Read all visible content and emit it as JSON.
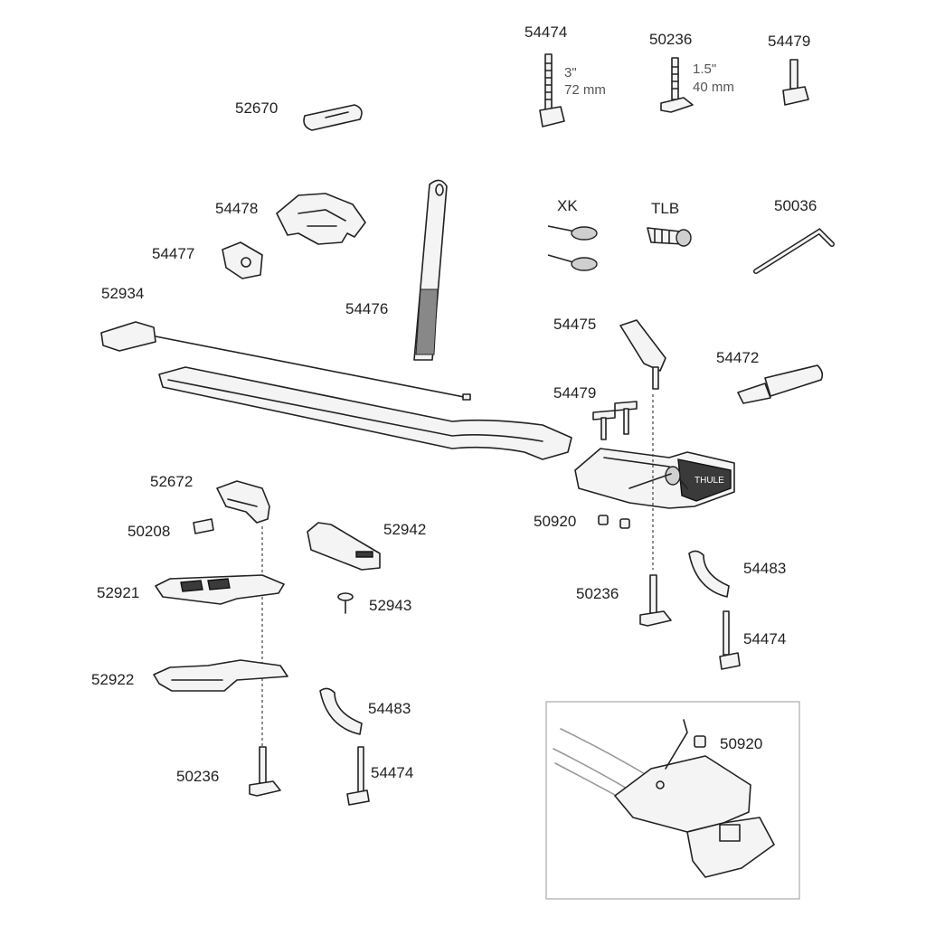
{
  "parts": {
    "p54474_top": "54474",
    "p50236_top": "50236",
    "p54479_top": "54479",
    "p52670": "52670",
    "p54478": "54478",
    "p54477": "54477",
    "p52934": "52934",
    "p54476": "54476",
    "p_xk": "XK",
    "p_tlb": "TLB",
    "p50036": "50036",
    "p54475": "54475",
    "p54472": "54472",
    "p54479_mid": "54479",
    "p50920_mid": "50920",
    "p52672": "52672",
    "p50208": "50208",
    "p52942": "52942",
    "p52921": "52921",
    "p52943": "52943",
    "p50236_mid": "50236",
    "p54483_mid": "54483",
    "p54474_mid": "54474",
    "p52922": "52922",
    "p54483_low": "54483",
    "p50236_low": "50236",
    "p54474_low": "54474",
    "p50920_inset": "50920"
  },
  "dims": {
    "bolt_long_in": "3\"",
    "bolt_long_mm": "72 mm",
    "bolt_short_in": "1.5\"",
    "bolt_short_mm": "40 mm"
  },
  "brand_mark": "THULE"
}
